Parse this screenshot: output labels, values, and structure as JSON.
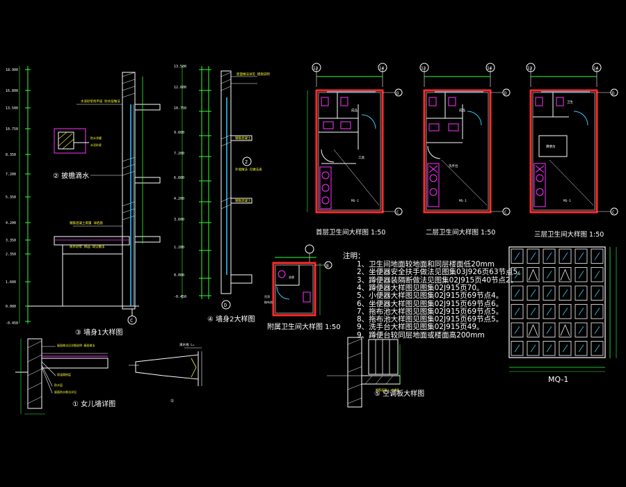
{
  "titles": {
    "detail2": "② 披檐滴水",
    "detail3": "③ 墙身1大样图",
    "detail4": "④ 墙身2大样图",
    "toilet1": "首层卫生间大样图 1:50",
    "toilet2": "二层卫生间大样图 1:50",
    "toilet3": "三层卫生间大样图 1:50",
    "toilet_annex": "附属卫生间大样图 1:50",
    "parapet": "① 女儿墙详图",
    "aircon": "⑤ 空调板大样图",
    "curtain": "MQ-1"
  },
  "notes": {
    "heading": "注明：",
    "items": [
      "1、卫生间地面较地面和同层楼面低20mm",
      "2、坐便器安全扶手做法见图集03J926页63节点5。",
      "3、蹲便器装隔断做法见图集02J915页40节点2。",
      "4、蹲便器大样图见图集02J915页70。",
      "5、小便器大样图见图集02J915页69节点4。",
      "6、坐便器大样图见图集02J915页69节点6。",
      "7、拖布池大样图见图集02J915页69节点5。",
      "8、拖布池大样图见图集02J915页69节点5。",
      "9、洗手台大样图见图集02J915页49。",
      "9、蹲便台较同层地面或楼面高200mm"
    ]
  },
  "axes": {
    "t1_left": "13",
    "t1_right": "14",
    "t2_left": "13",
    "t2_right": "14",
    "t3_left": "13",
    "t3_right": "14",
    "row_top": "D",
    "row_bottom": "C",
    "annex_mark": "B",
    "detail3_mark": "C",
    "detail4_mark": "D"
  },
  "colors": {
    "wall": "#ff2a2a",
    "dim": "#33ff33",
    "fixture": "#ff33ff",
    "glass": "#33ccff",
    "line": "#ffffff",
    "text": "#ffffff",
    "yellow": "#ffff33",
    "background": "#000000"
  }
}
